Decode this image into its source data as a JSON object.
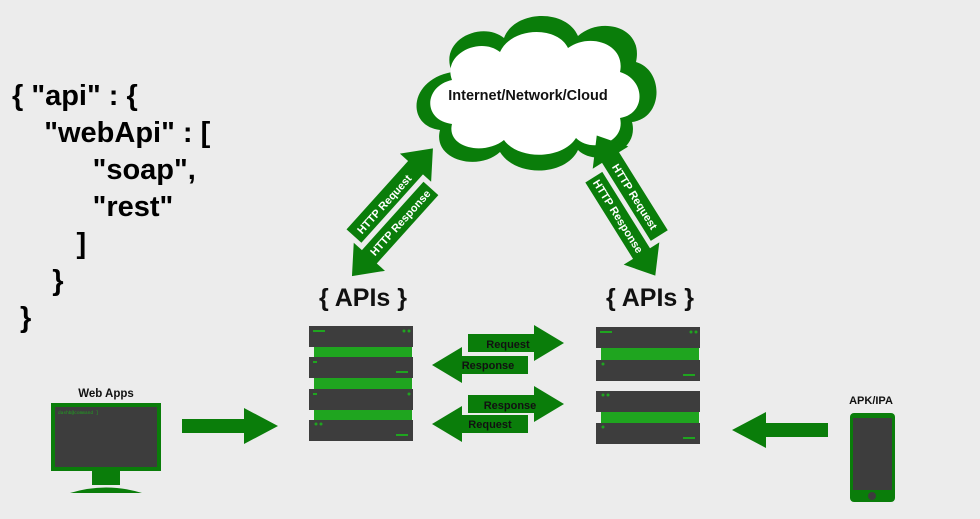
{
  "cloud": {
    "label": "Internet/Network/Cloud"
  },
  "code_snippet": {
    "lines": [
      "{ \"api\" : {",
      "    \"webApi\" : [",
      "          \"soap\",",
      "          \"rest\"",
      "        ]",
      "     }",
      " }"
    ]
  },
  "left_link": {
    "request_label": "HTTP Request",
    "response_label": "HTTP Response"
  },
  "right_link": {
    "request_label": "HTTP Request",
    "response_label": "HTTP Response"
  },
  "left_server": {
    "title": "{ APIs }"
  },
  "right_server": {
    "title": "{ APIs }"
  },
  "middle_arrows": {
    "top_right": "Request",
    "top_left": "Response",
    "bottom_right": "Response",
    "bottom_left": "Request"
  },
  "web_apps": {
    "label": "Web Apps",
    "terminal_text": "dashb@command ]"
  },
  "mobile": {
    "label": "APK/IPA"
  },
  "colors": {
    "green": "#0a7d0a",
    "bright_green": "#1fa51f",
    "server_dark": "#3d3d3d",
    "background": "#ececec"
  }
}
